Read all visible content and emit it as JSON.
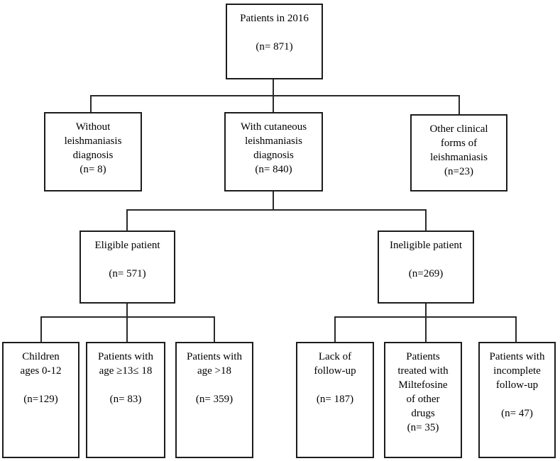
{
  "diagram": {
    "title": "Patient flow diagram 2016",
    "line_color": "#2a2a2a",
    "box_border_color": "#1c1c1c",
    "background_color": "#ffffff"
  },
  "nodes": {
    "patients_2016": {
      "label": "Patients in 2016",
      "count": "(n= 871)"
    },
    "without_dx": {
      "label": "Without\nleishmaniasis\ndiagnosis",
      "count": "(n= 8)"
    },
    "cutaneous_dx": {
      "label": "With cutaneous\nleishmaniasis\ndiagnosis",
      "count": "(n= 840)"
    },
    "other_forms": {
      "label": "Other clinical\nforms of\nleishmaniasis",
      "count": "(n=23)"
    },
    "eligible": {
      "label": "Eligible patient",
      "count": "(n= 571)"
    },
    "ineligible": {
      "label": "Ineligible patient",
      "count": "(n=269)"
    },
    "children_0_12": {
      "label": "Children\nages 0-12",
      "count": "(n=129)"
    },
    "age_13_18": {
      "label": "Patients with\nage ≥13≤ 18",
      "count": "(n= 83)"
    },
    "age_over_18": {
      "label": "Patients with\nage >18",
      "count": "(n= 359)"
    },
    "lack_followup": {
      "label": "Lack of\nfollow-up",
      "count": "(n= 187)"
    },
    "miltefosine": {
      "label": "Patients\ntreated with\nMiltefosine\nof other\ndrugs",
      "count": "(n= 35)"
    },
    "incomplete_followup": {
      "label": "Patients with\nincomplete\nfollow-up",
      "count": "(n= 47)"
    }
  },
  "edges": [
    "patients_2016 -> without_dx",
    "patients_2016 -> cutaneous_dx",
    "patients_2016 -> other_forms",
    "cutaneous_dx -> eligible",
    "cutaneous_dx -> ineligible",
    "eligible -> children_0_12",
    "eligible -> age_13_18",
    "eligible -> age_over_18",
    "ineligible -> lack_followup",
    "ineligible -> miltefosine",
    "ineligible -> incomplete_followup"
  ]
}
